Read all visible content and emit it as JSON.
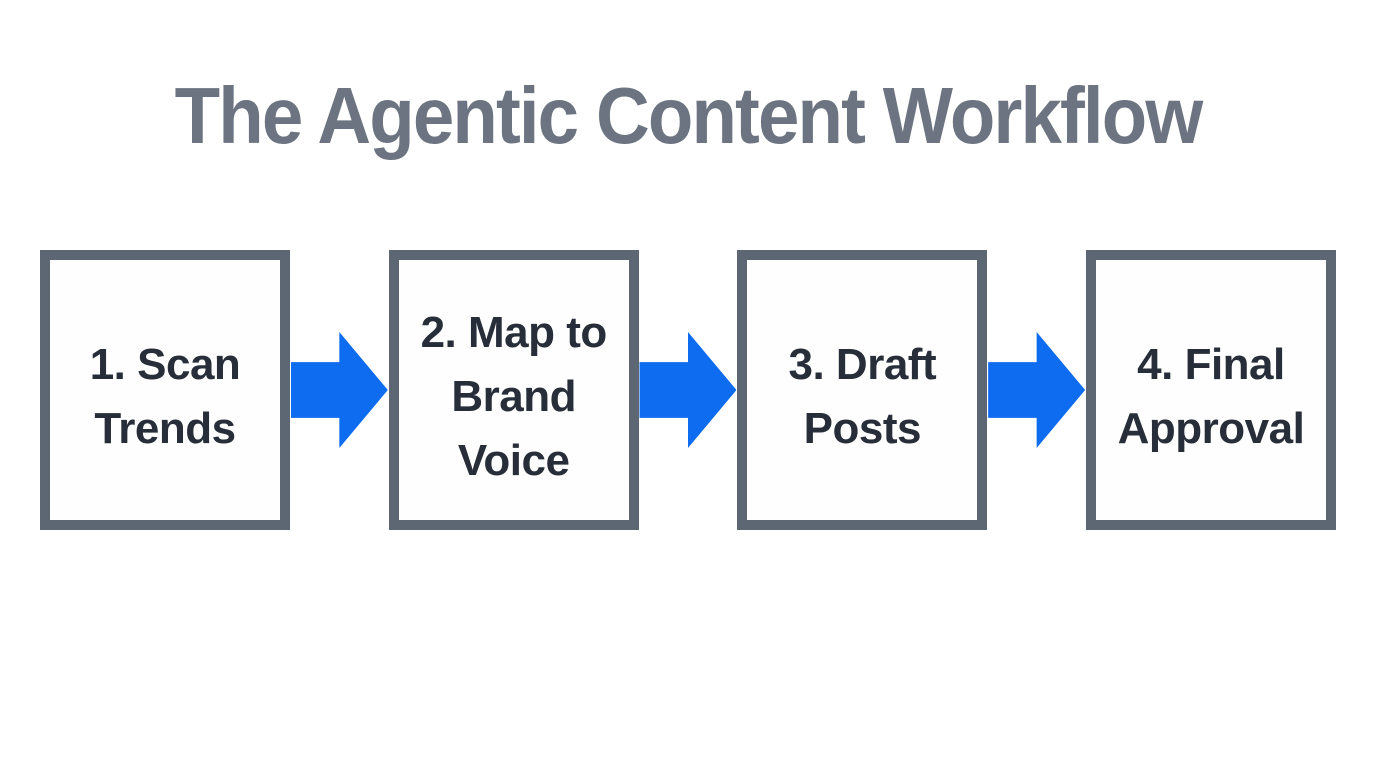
{
  "title": {
    "text": "The Agentic Content Workflow"
  },
  "colors": {
    "background": "#ffffff",
    "title-color": "#6b7480",
    "box-border": "#5d6774",
    "box-text": "#272e3a",
    "arrow": "#0e6cf0"
  },
  "workflow": {
    "arrow_icon": "right-block-arrow",
    "steps": [
      {
        "label": "1. Scan Trends",
        "lines": [
          "1. Scan",
          "Trends"
        ]
      },
      {
        "label": "2. Map to Brand Voice",
        "lines": [
          "2. Map to",
          "Brand",
          "Voice"
        ]
      },
      {
        "label": "3. Draft Posts",
        "lines": [
          "3. Draft",
          "Posts"
        ]
      },
      {
        "label": "4. Final Approval",
        "lines": [
          "4. Final",
          "Approval"
        ]
      }
    ]
  }
}
